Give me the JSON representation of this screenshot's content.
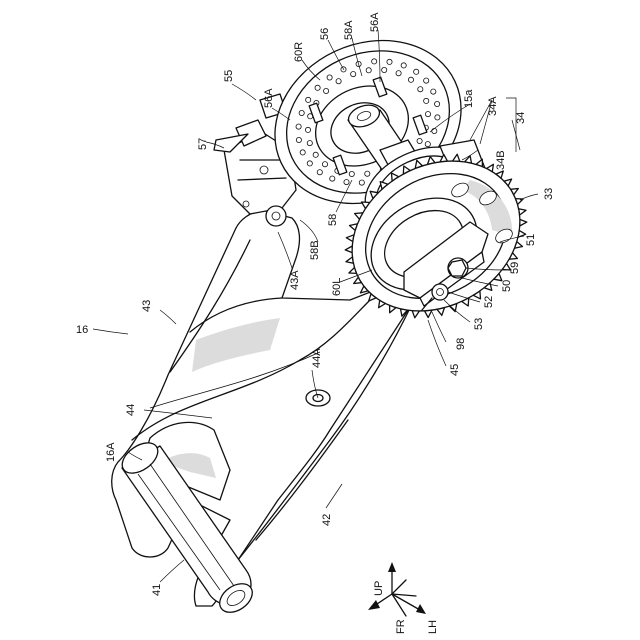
{
  "figure": {
    "labels": {
      "l16": "16",
      "l16A": "16A",
      "l33": "33",
      "l34": "34",
      "l34A": "34A",
      "l34B": "34B",
      "l41": "41",
      "l42": "42",
      "l43": "43",
      "l43A": "43A",
      "l44": "44",
      "l44A": "44A",
      "l45": "45",
      "l50": "50",
      "l51": "51",
      "l52": "52",
      "l53": "53",
      "l55": "55",
      "l56": "56",
      "l56A_left": "56A",
      "l56A_right": "56A",
      "l57": "57",
      "l58": "58",
      "l58A": "58A",
      "l58B": "58B",
      "l59": "59",
      "l60L": "60L",
      "l60R": "60R",
      "l98": "98",
      "l15a": "15a"
    },
    "direction_indicator": {
      "up": "UP",
      "fr": "FR",
      "lh": "LH"
    }
  }
}
